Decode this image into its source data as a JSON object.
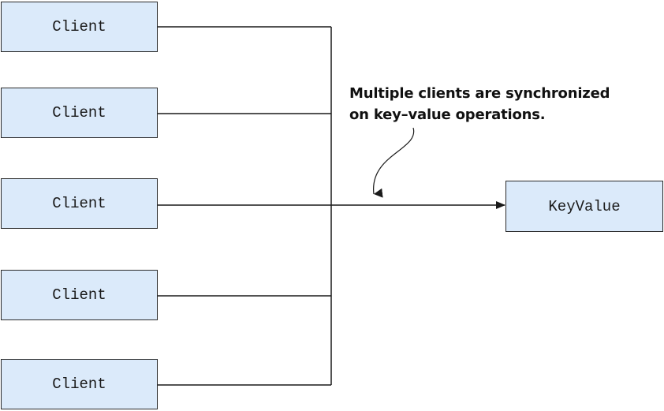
{
  "clients": [
    {
      "label": "Client"
    },
    {
      "label": "Client"
    },
    {
      "label": "Client"
    },
    {
      "label": "Client"
    },
    {
      "label": "Client"
    }
  ],
  "server": {
    "label": "KeyValue"
  },
  "annotation": {
    "line1": "Multiple clients are synchronized",
    "line2": "on key–value operations."
  },
  "colors": {
    "node_fill": "#dbeafa",
    "node_border": "#2a2a2a",
    "wire": "#1a1a1a"
  }
}
